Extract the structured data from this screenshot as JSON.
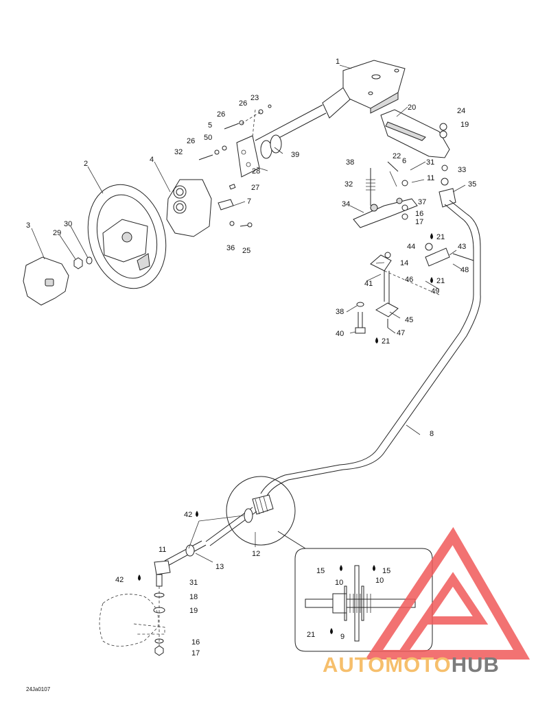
{
  "figure_code": "24Ja0107",
  "callouts": [
    "1",
    "2",
    "3",
    "4",
    "5",
    "6",
    "7",
    "8",
    "9",
    "10",
    "11",
    "12",
    "13",
    "14",
    "15",
    "16",
    "17",
    "18",
    "19",
    "20",
    "21",
    "22",
    "23",
    "24",
    "25",
    "26",
    "27",
    "28",
    "29",
    "30",
    "31",
    "32",
    "33",
    "34",
    "35",
    "36",
    "37",
    "38",
    "39",
    "40",
    "41",
    "42",
    "43",
    "44",
    "45",
    "46",
    "47",
    "48",
    "49",
    "50"
  ],
  "watermark": {
    "part1": "AUTOMOTO",
    "part2": "HUB",
    "colors": {
      "triangle": "#f05a5a",
      "text_light": "#f6bf6c",
      "text_dark": "#7c7c7c"
    }
  }
}
